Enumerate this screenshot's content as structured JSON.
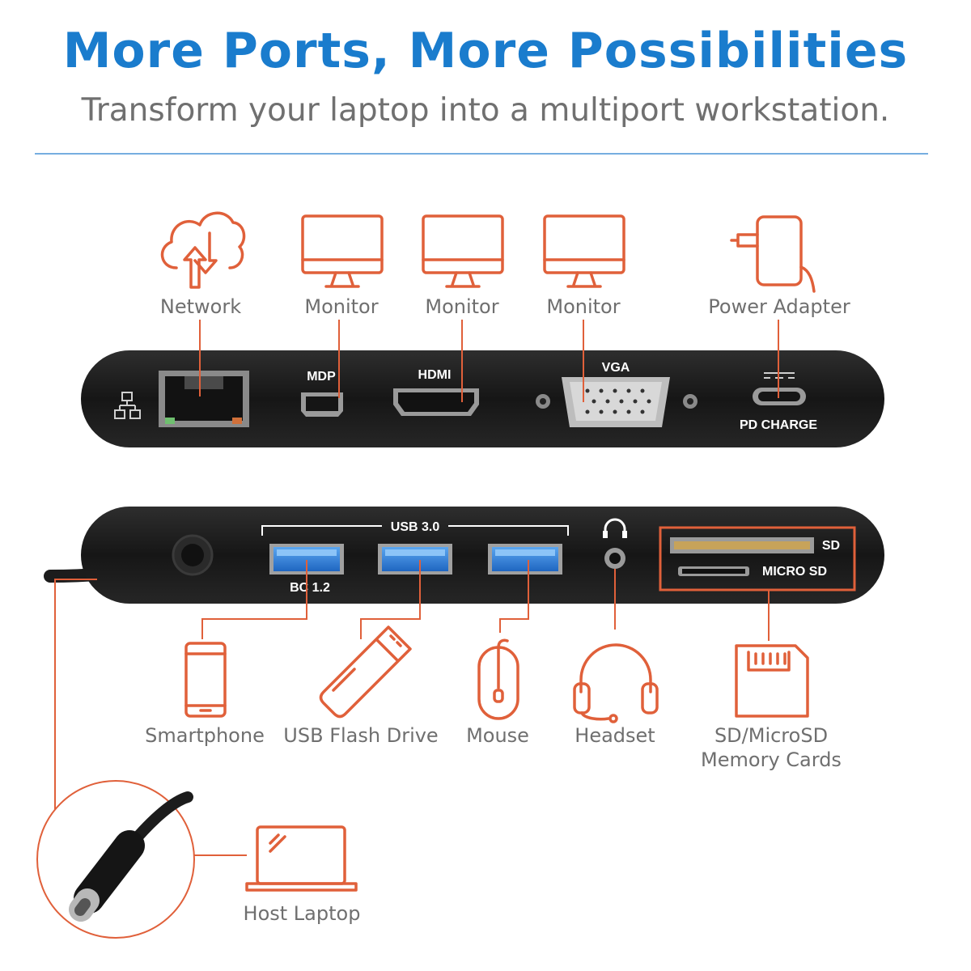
{
  "header": {
    "title": "More Ports, More Possibilities",
    "subtitle": "Transform your laptop into a multiport workstation."
  },
  "top_panel": {
    "ports": {
      "mdp": "MDP",
      "hdmi": "HDMI",
      "vga": "VGA",
      "pd_charge": "PD CHARGE"
    },
    "devices": {
      "network": "Network",
      "monitor_1": "Monitor",
      "monitor_2": "Monitor",
      "monitor_3": "Monitor",
      "power_adapter": "Power Adapter"
    }
  },
  "bottom_panel": {
    "ports": {
      "usb_group": "USB 3.0",
      "bc": "BC 1.2",
      "sd": "SD",
      "micro_sd": "MICRO SD"
    },
    "devices": {
      "smartphone": "Smartphone",
      "usb_flash_drive": "USB Flash Drive",
      "mouse": "Mouse",
      "headset": "Headset",
      "memory_cards_line1": "SD/MicroSD",
      "memory_cards_line2": "Memory Cards",
      "host_laptop": "Host Laptop"
    }
  },
  "colors": {
    "title": "#1a7ccd",
    "accent": "#e0603a",
    "usb_blue": "#2f7fd6",
    "hub_body": "#1d1d1d"
  }
}
